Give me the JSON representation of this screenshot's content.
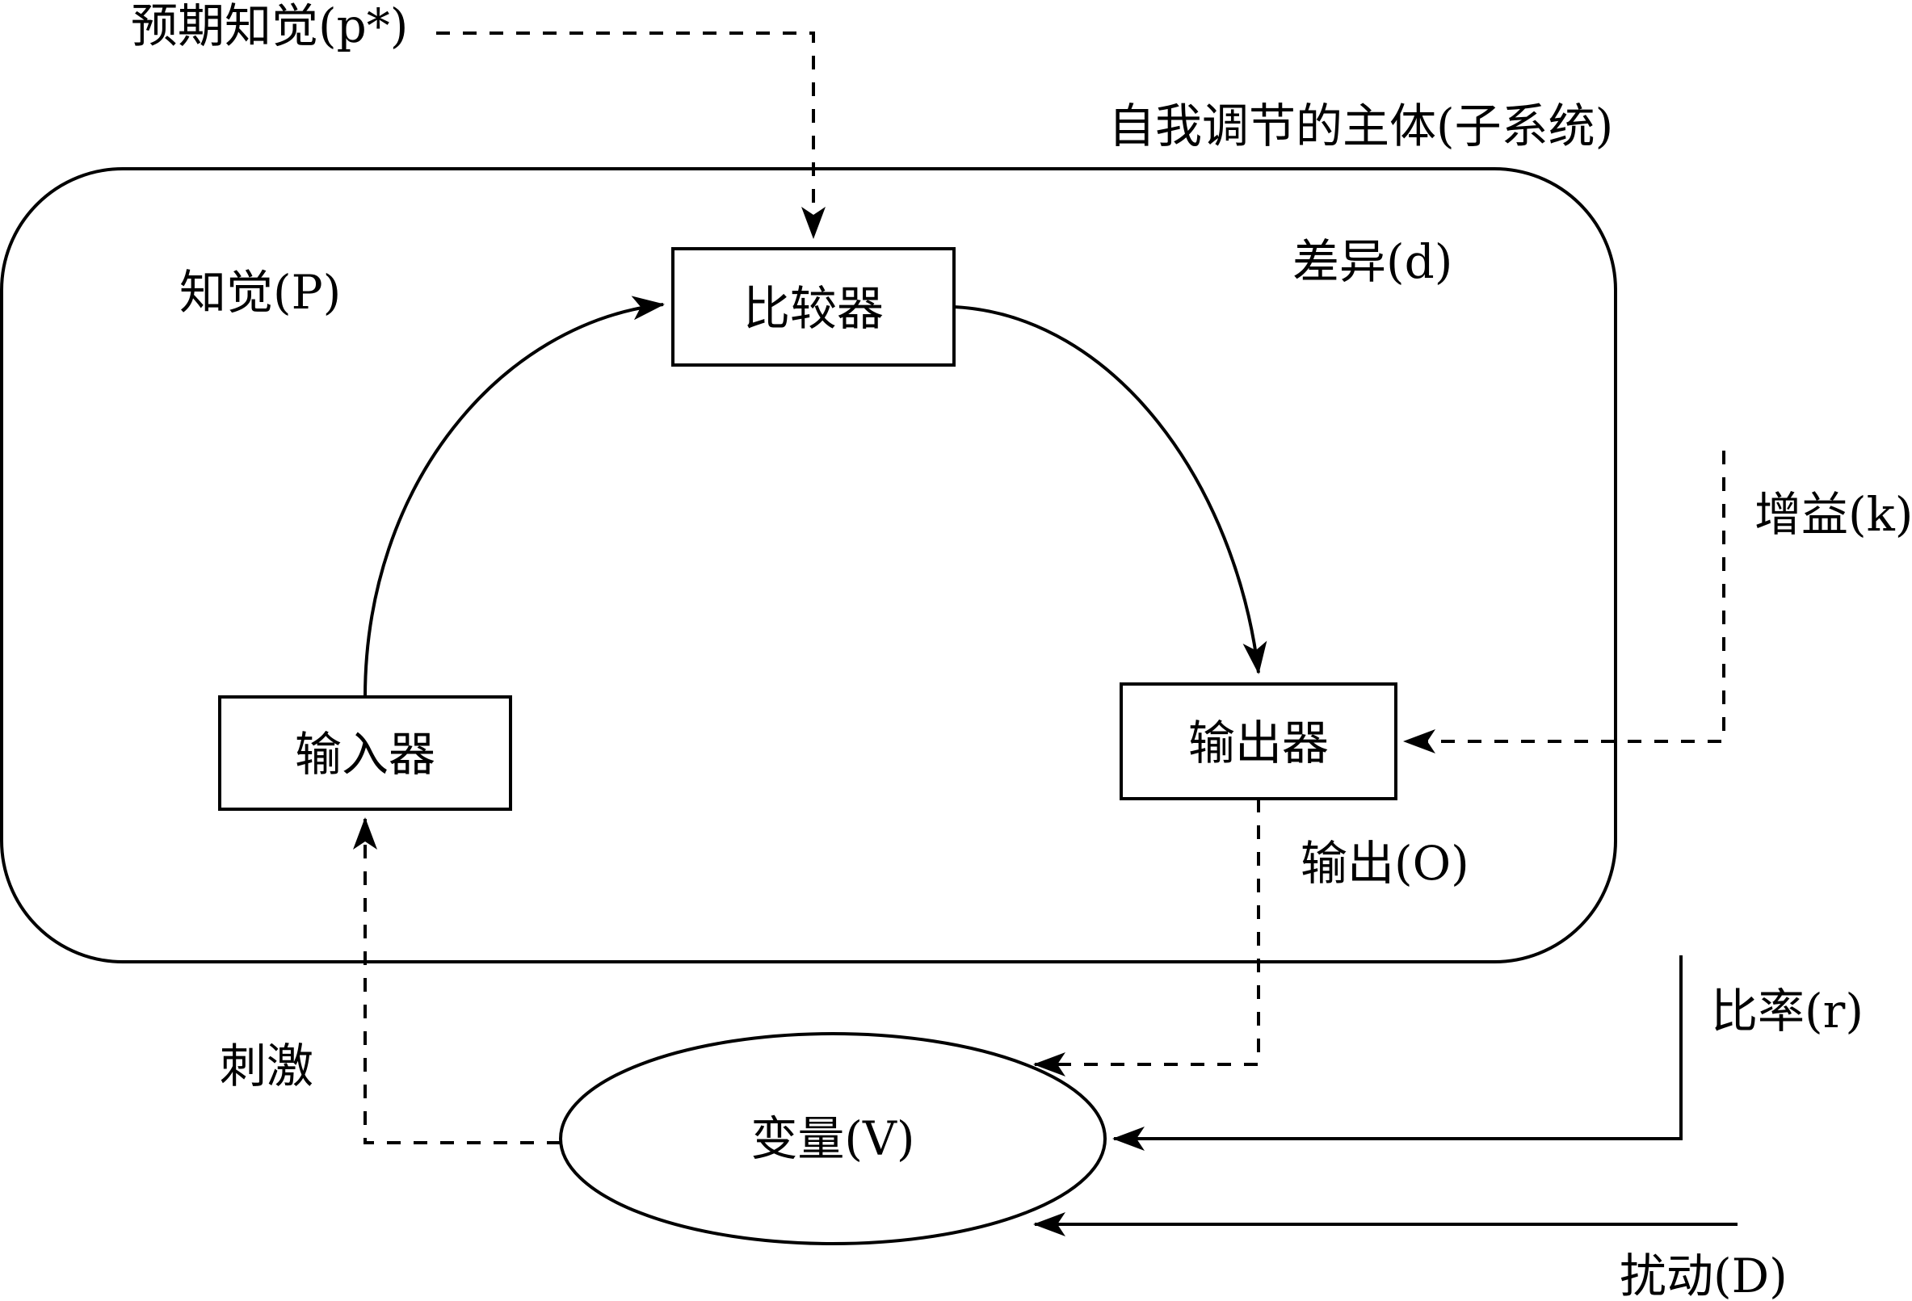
{
  "diagram": {
    "title": "自我调节的主体(子系统)",
    "nodes": {
      "comparator": "比较器",
      "input": "输入器",
      "output": "输出器",
      "variable": "变量(V)"
    },
    "labels": {
      "expected_perception": "预期知觉(p*)",
      "perception": "知觉(P)",
      "difference": "差异(d)",
      "gain": "增益(k)",
      "output_signal": "输出(O)",
      "stimulus": "刺激",
      "rate": "比率(r)",
      "disturbance": "扰动(D)"
    },
    "edges": [
      {
        "from": "expected_perception",
        "to": "comparator",
        "style": "dashed"
      },
      {
        "from": "input",
        "to": "comparator",
        "style": "solid",
        "label": "perception"
      },
      {
        "from": "comparator",
        "to": "output",
        "style": "solid",
        "label": "difference"
      },
      {
        "from": "gain",
        "to": "output",
        "style": "dashed"
      },
      {
        "from": "output",
        "to": "variable",
        "style": "dashed",
        "label": "output_signal"
      },
      {
        "from": "variable",
        "to": "input",
        "style": "dashed",
        "label": "stimulus"
      },
      {
        "from": "rate",
        "to": "variable",
        "style": "solid"
      },
      {
        "from": "disturbance",
        "to": "variable",
        "style": "solid"
      }
    ],
    "colors": {
      "stroke": "#000000",
      "background": "#ffffff"
    }
  }
}
